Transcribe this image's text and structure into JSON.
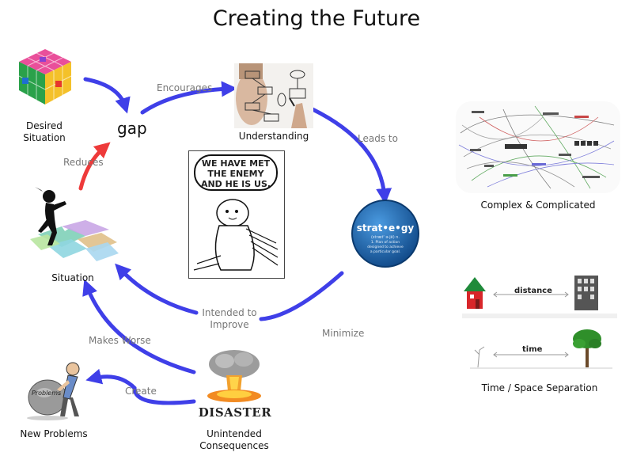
{
  "title": "Creating the Future",
  "nodes": {
    "desired": "Desired\nSituation",
    "gap": "gap",
    "understanding": "Understanding",
    "situation": "Situation",
    "new_problems": "New Problems",
    "unintended": "Unintended\nConsequences",
    "complex": "Complex & Complicated",
    "timespace": "Time / Space Separation"
  },
  "edges": {
    "encourages": "Encourages",
    "leads_to": "Leads to",
    "reduces": "Reduces",
    "intended": "Intended to\nImprove",
    "minimize": "Minimize",
    "makes_worse": "Makes Worse",
    "create": "Create"
  },
  "images": {
    "comic_text": "WE HAVE MET\nTHE ENEMY\nAND HE IS US.",
    "strategy_word": "strat•e•gy",
    "strategy_pron": "(stræt' ə-jē) n.",
    "strategy_def": "1. Plan of action\ndesigned to achieve\na particular goal.",
    "disaster": "DISASTER",
    "problems": "Problems",
    "distance": "distance",
    "time": "time"
  },
  "colors": {
    "arrow_blue": "#3f3fe8",
    "arrow_red": "#ee3a3a",
    "strategy_blue": "#1a5fa8"
  }
}
